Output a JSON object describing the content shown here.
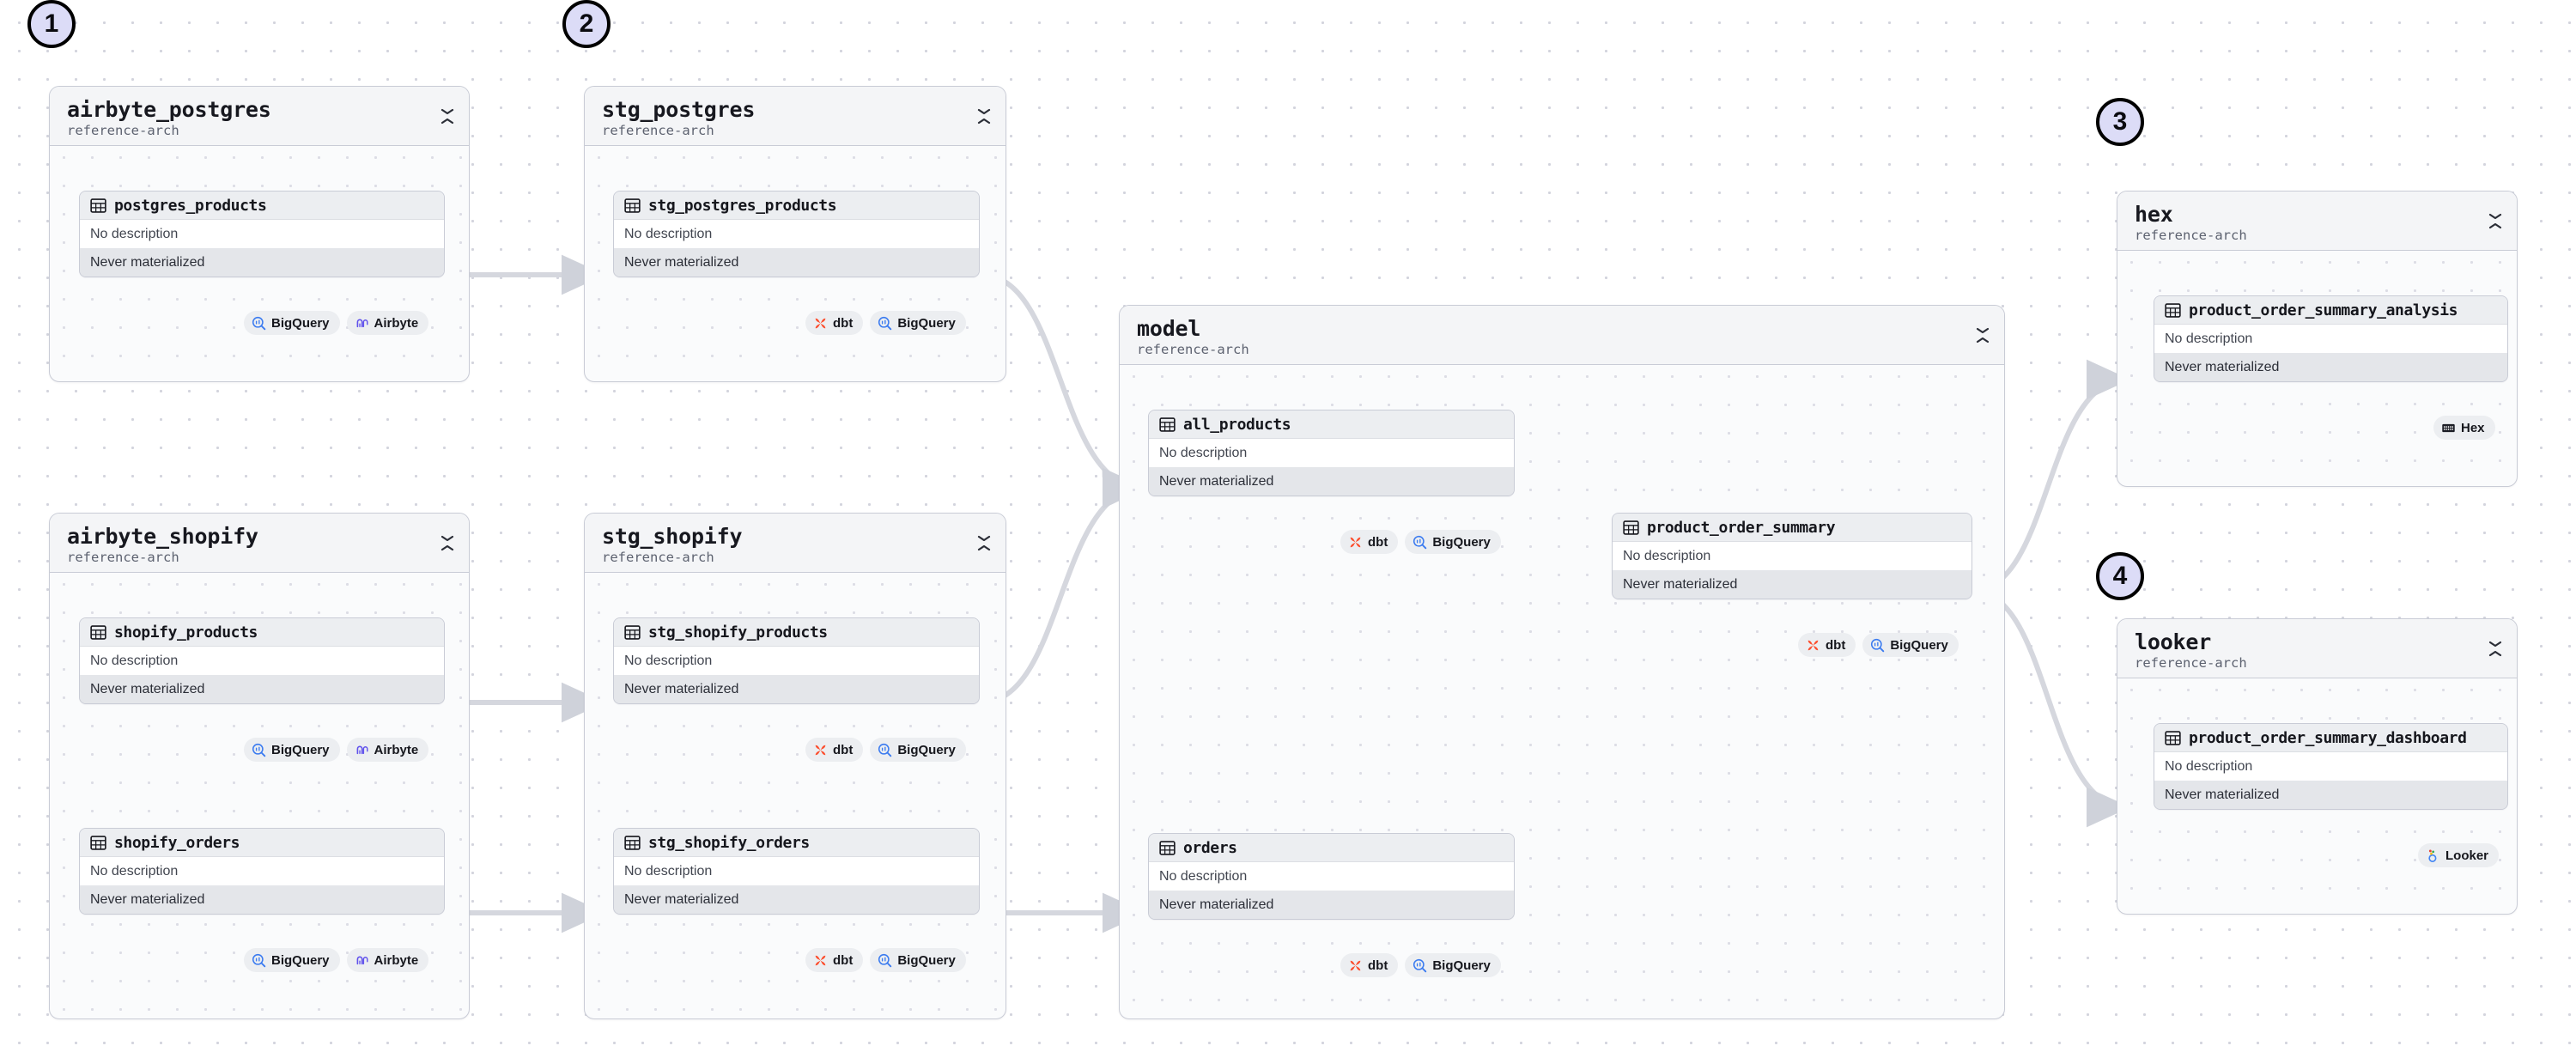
{
  "canvas": {
    "background": "#ffffff",
    "dot_color": "#d3d4dd",
    "edge_color": "#d5d7de",
    "marker_fill": "#dcdcf7",
    "marker_border": "#000000"
  },
  "labels": {
    "no_description": "No description",
    "never_materialized": "Never materialized",
    "subtitle": "reference-arch"
  },
  "integrations": {
    "bigquery": "BigQuery",
    "airbyte": "Airbyte",
    "dbt": "dbt",
    "hex": "Hex",
    "looker": "Looker"
  },
  "markers": [
    {
      "label": "1"
    },
    {
      "label": "2"
    },
    {
      "label": "3"
    },
    {
      "label": "4"
    }
  ],
  "groups": [
    {
      "id": "airbyte_postgres",
      "title": "airbyte_postgres",
      "subtitle": "reference-arch",
      "nodes": [
        {
          "name": "postgres_products",
          "description": "No description",
          "materialization": "Never materialized",
          "badges": [
            "BigQuery",
            "Airbyte"
          ]
        }
      ]
    },
    {
      "id": "stg_postgres",
      "title": "stg_postgres",
      "subtitle": "reference-arch",
      "nodes": [
        {
          "name": "stg_postgres_products",
          "description": "No description",
          "materialization": "Never materialized",
          "badges": [
            "dbt",
            "BigQuery"
          ]
        }
      ]
    },
    {
      "id": "airbyte_shopify",
      "title": "airbyte_shopify",
      "subtitle": "reference-arch",
      "nodes": [
        {
          "name": "shopify_products",
          "description": "No description",
          "materialization": "Never materialized",
          "badges": [
            "BigQuery",
            "Airbyte"
          ]
        },
        {
          "name": "shopify_orders",
          "description": "No description",
          "materialization": "Never materialized",
          "badges": [
            "BigQuery",
            "Airbyte"
          ]
        }
      ]
    },
    {
      "id": "stg_shopify",
      "title": "stg_shopify",
      "subtitle": "reference-arch",
      "nodes": [
        {
          "name": "stg_shopify_products",
          "description": "No description",
          "materialization": "Never materialized",
          "badges": [
            "dbt",
            "BigQuery"
          ]
        },
        {
          "name": "stg_shopify_orders",
          "description": "No description",
          "materialization": "Never materialized",
          "badges": [
            "dbt",
            "BigQuery"
          ]
        }
      ]
    },
    {
      "id": "model",
      "title": "model",
      "subtitle": "reference-arch",
      "nodes": [
        {
          "name": "all_products",
          "description": "No description",
          "materialization": "Never materialized",
          "badges": [
            "dbt",
            "BigQuery"
          ]
        },
        {
          "name": "product_order_summary",
          "description": "No description",
          "materialization": "Never materialized",
          "badges": [
            "dbt",
            "BigQuery"
          ]
        },
        {
          "name": "orders",
          "description": "No description",
          "materialization": "Never materialized",
          "badges": [
            "dbt",
            "BigQuery"
          ]
        }
      ]
    },
    {
      "id": "hex",
      "title": "hex",
      "subtitle": "reference-arch",
      "nodes": [
        {
          "name": "product_order_summary_analysis",
          "description": "No description",
          "materialization": "Never materialized",
          "badges": [
            "Hex"
          ]
        }
      ]
    },
    {
      "id": "looker",
      "title": "looker",
      "subtitle": "reference-arch",
      "nodes": [
        {
          "name": "product_order_summary_dashboard",
          "description": "No description",
          "materialization": "Never materialized",
          "badges": [
            "Looker"
          ]
        }
      ]
    }
  ]
}
